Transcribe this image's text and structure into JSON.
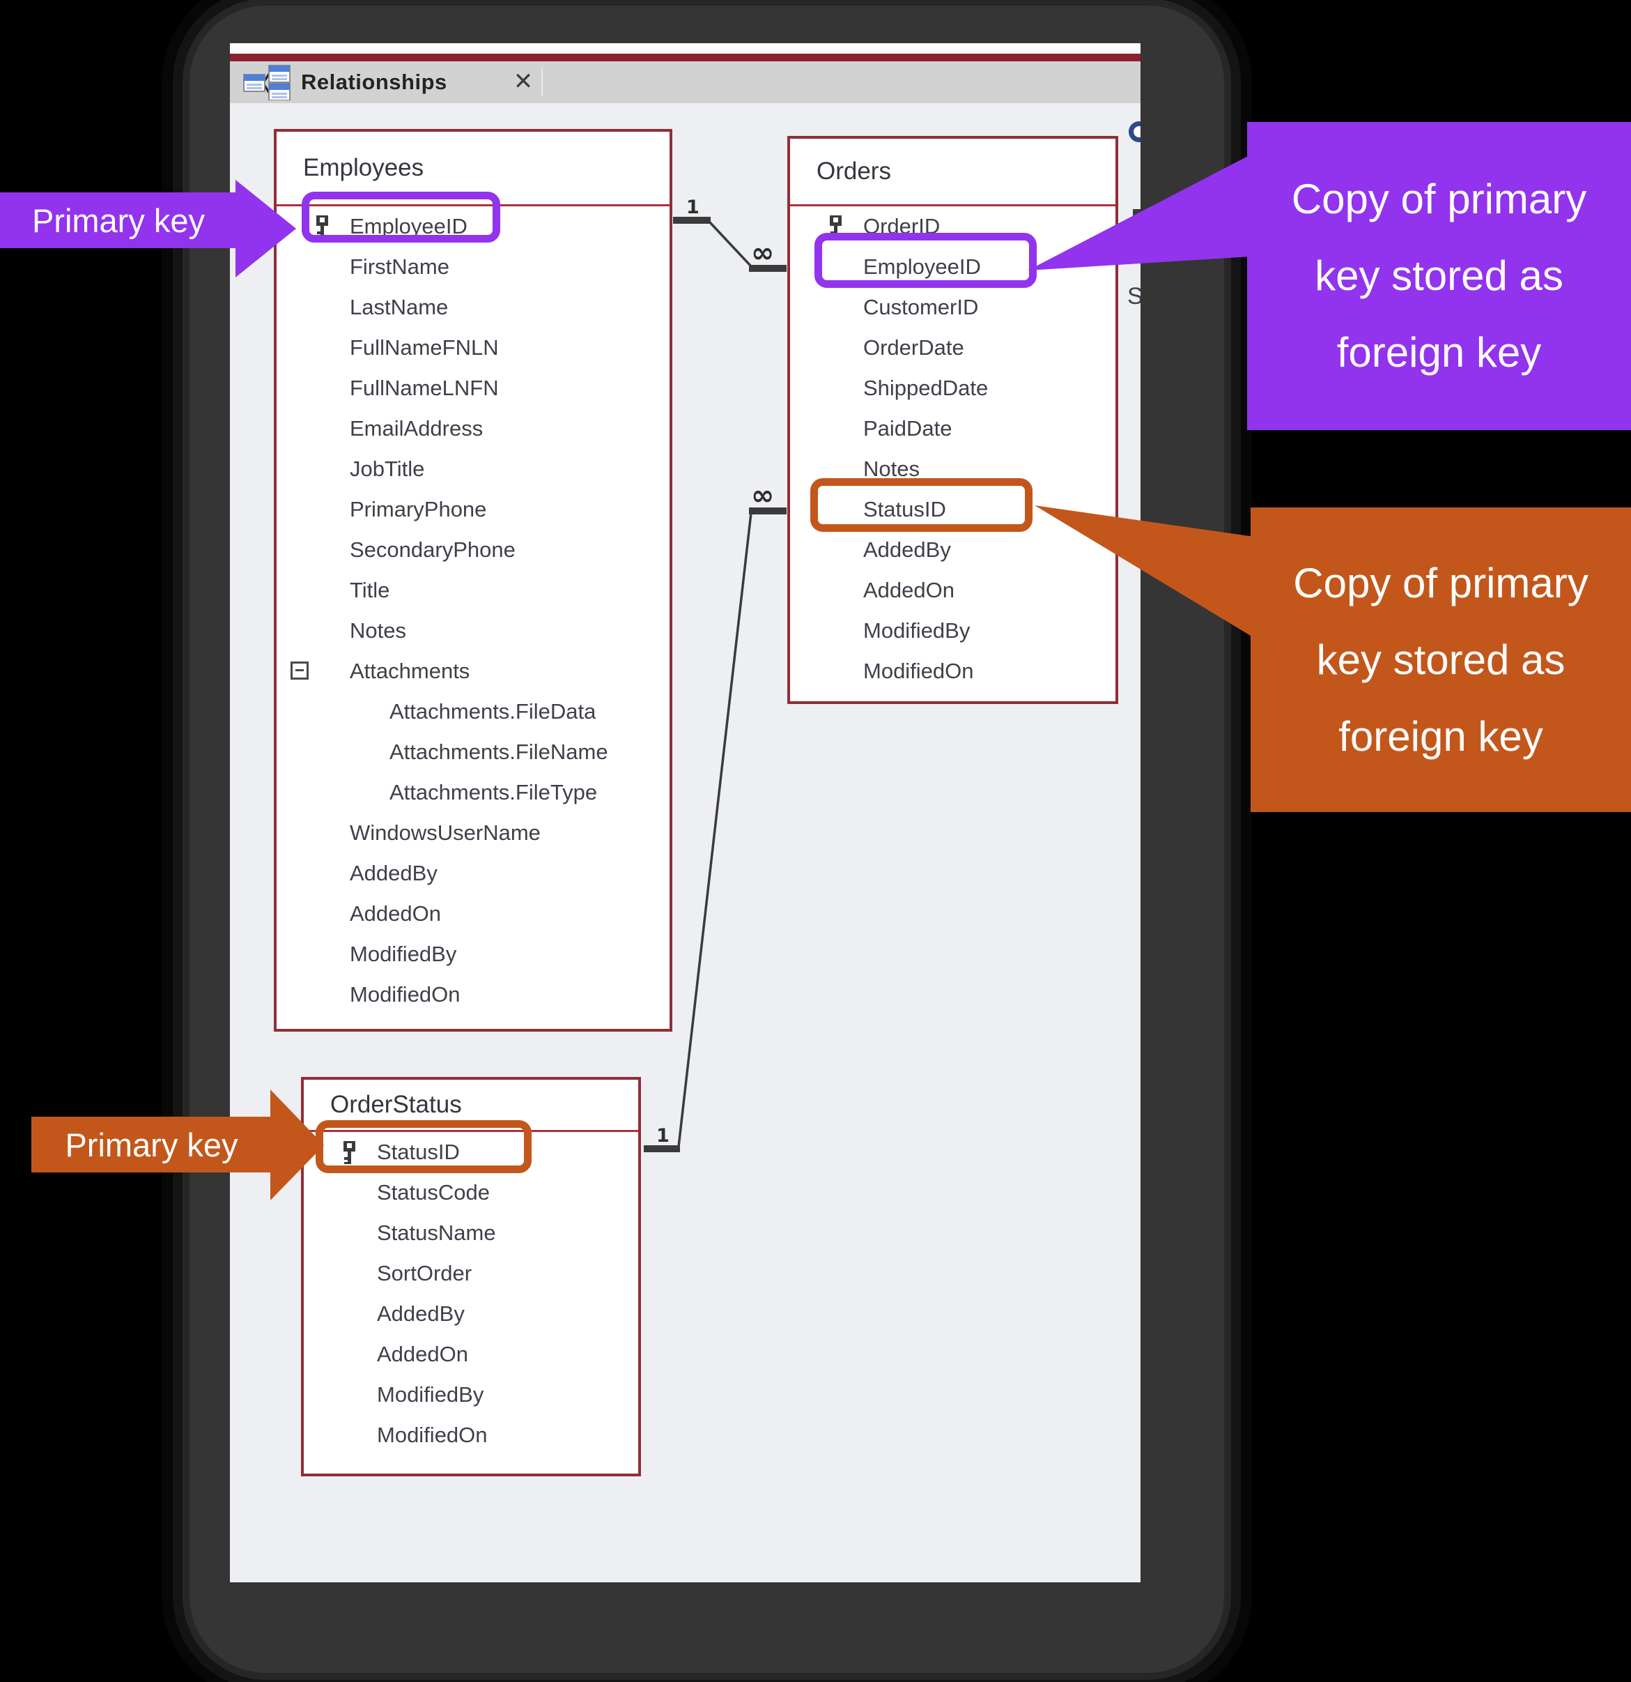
{
  "window": {
    "tab_title": "Relationships",
    "close_glyph": "✕"
  },
  "tables": [
    {
      "name": "Employees",
      "fields": [
        {
          "name": "EmployeeID",
          "key": true
        },
        {
          "name": "FirstName"
        },
        {
          "name": "LastName"
        },
        {
          "name": "FullNameFNLN"
        },
        {
          "name": "FullNameLNFN"
        },
        {
          "name": "EmailAddress"
        },
        {
          "name": "JobTitle"
        },
        {
          "name": "PrimaryPhone"
        },
        {
          "name": "SecondaryPhone"
        },
        {
          "name": "Title"
        },
        {
          "name": "Notes"
        },
        {
          "name": "Attachments",
          "expander": true
        },
        {
          "name": "Attachments.FileData",
          "indent": true
        },
        {
          "name": "Attachments.FileName",
          "indent": true
        },
        {
          "name": "Attachments.FileType",
          "indent": true
        },
        {
          "name": "WindowsUserName"
        },
        {
          "name": "AddedBy"
        },
        {
          "name": "AddedOn"
        },
        {
          "name": "ModifiedBy"
        },
        {
          "name": "ModifiedOn"
        }
      ]
    },
    {
      "name": "Orders",
      "fields": [
        {
          "name": "OrderID",
          "key": true
        },
        {
          "name": "EmployeeID"
        },
        {
          "name": "CustomerID"
        },
        {
          "name": "OrderDate"
        },
        {
          "name": "ShippedDate"
        },
        {
          "name": "PaidDate"
        },
        {
          "name": "Notes"
        },
        {
          "name": "StatusID"
        },
        {
          "name": "AddedBy"
        },
        {
          "name": "AddedOn"
        },
        {
          "name": "ModifiedBy"
        },
        {
          "name": "ModifiedOn"
        }
      ]
    },
    {
      "name": "OrderStatus",
      "fields": [
        {
          "name": "StatusID",
          "key": true
        },
        {
          "name": "StatusCode"
        },
        {
          "name": "StatusName"
        },
        {
          "name": "SortOrder"
        },
        {
          "name": "AddedBy"
        },
        {
          "name": "AddedOn"
        },
        {
          "name": "ModifiedBy"
        },
        {
          "name": "ModifiedOn"
        }
      ]
    }
  ],
  "relationships": [
    {
      "from": "Employees.EmployeeID",
      "to": "Orders.EmployeeID",
      "one_label": "1",
      "many_label": "∞"
    },
    {
      "from": "OrderStatus.StatusID",
      "to": "Orders.StatusID",
      "one_label": "1",
      "many_label": "∞"
    }
  ],
  "annotations": {
    "primary_key_label_employees": "Primary key",
    "primary_key_label_orderstatus": "Primary key",
    "foreign_key_note_employeeid": "Copy of primary key stored as foreign key",
    "foreign_key_note_statusid": "Copy of primary key stored as foreign key"
  },
  "edge_fragment_glyph": "S",
  "colors": {
    "purple": "#9233EE",
    "orange": "#C3571B",
    "table_border": "#8F2F38",
    "title_stripe": "#8C2130",
    "relationship_line": "#3b3b3b"
  }
}
